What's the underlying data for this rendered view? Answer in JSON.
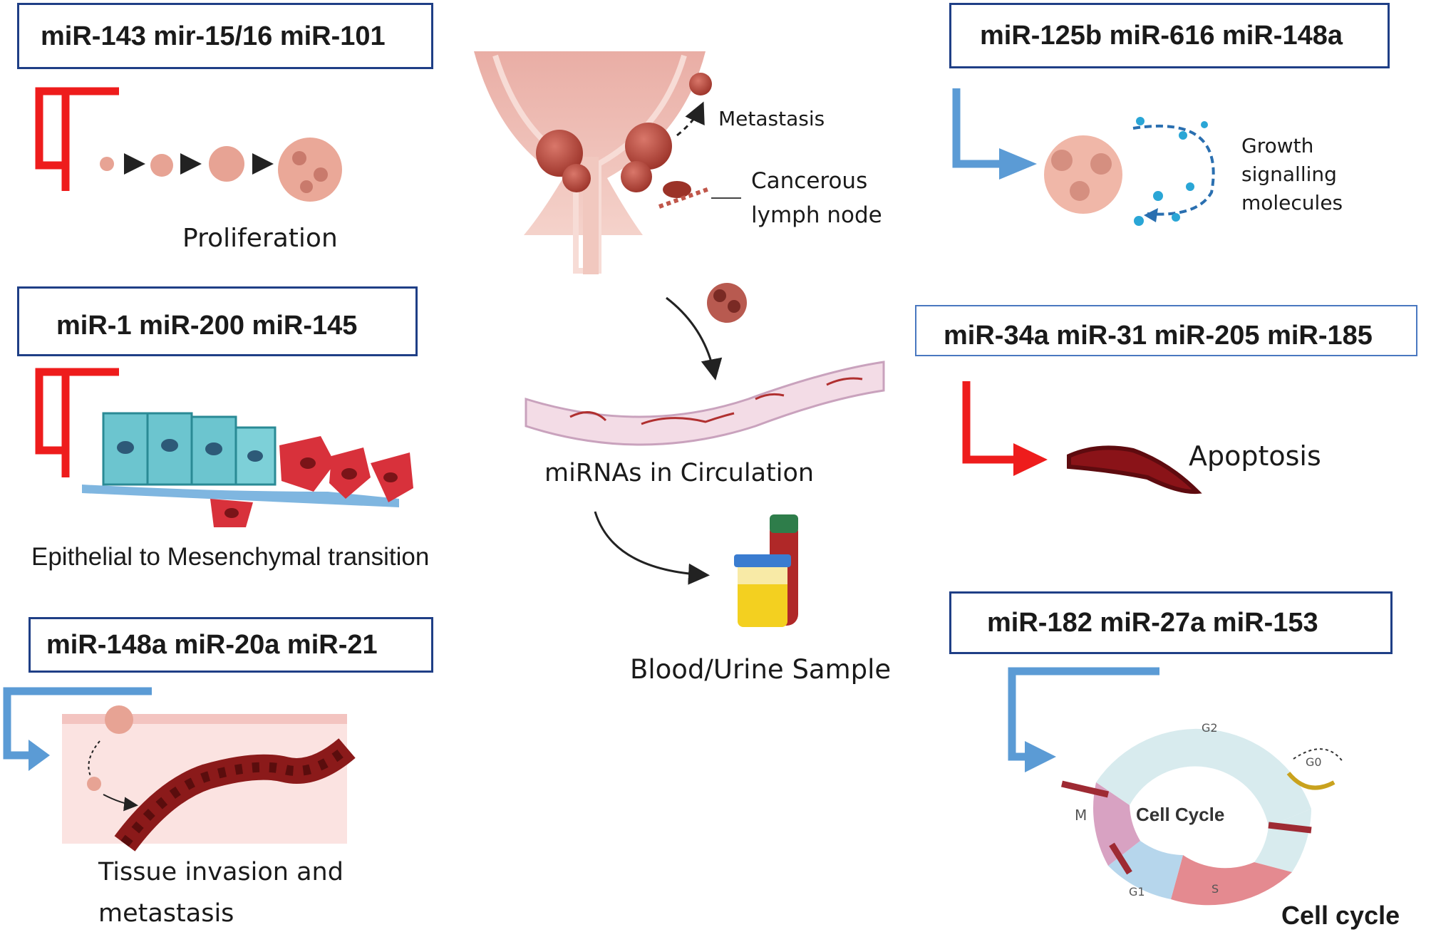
{
  "mirna_groups": {
    "proliferation": "miR-143 mir-15/16 miR-101",
    "emt": "miR-1 miR-200 miR-145",
    "invasion": "miR-148a miR-20a miR-21",
    "growth": "miR-125b miR-616 miR-148a",
    "apoptosis": "miR-34a miR-31 miR-205 miR-185",
    "cell_cycle": "miR-182 miR-27a miR-153"
  },
  "processes": {
    "proliferation": "Proliferation",
    "emt": "Epithelial to Mesenchymal transition",
    "invasion_line1": "Tissue invasion and",
    "invasion_line2": "metastasis",
    "growth_line1": "Growth",
    "growth_line2": "signalling",
    "growth_line3": "molecules",
    "apoptosis": "Apoptosis",
    "cell_cycle": "Cell cycle"
  },
  "center": {
    "metastasis": "Metastasis",
    "cancerous_line1": "Cancerous",
    "cancerous_line2": "lymph node",
    "circulation": "miRNAs in Circulation",
    "sample": "Blood/Urine Sample"
  },
  "cell_cycle_diagram": {
    "title": "Cell Cycle",
    "phases": [
      "M",
      "G1",
      "S",
      "G2",
      "G0"
    ]
  },
  "colors": {
    "inhibit": "#ee1c1c",
    "promote": "#5b9bd5",
    "box_border": "#1f3f86",
    "tumor": "#b0443a"
  }
}
